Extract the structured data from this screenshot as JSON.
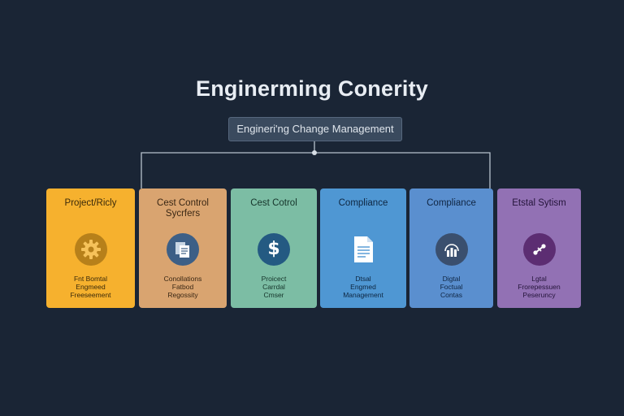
{
  "title": "Enginerming Conerity",
  "subtitle": "Engineri'ng Change Management",
  "colors": {
    "background": "#1a2535",
    "connector": "#b8c2ce",
    "card_1": "#f6b12e",
    "card_2": "#d9a470",
    "card_3": "#7cbda4",
    "card_4": "#4f97d3",
    "card_5": "#5a8fcf",
    "card_6": "#9271b4"
  },
  "cards": [
    {
      "title_lines": [
        "Project/Ricly",
        ""
      ],
      "icon": "gear-icon",
      "desc_lines": [
        "Fnt Bomtal",
        "Engmeed",
        "Freeseement"
      ]
    },
    {
      "title_lines": [
        "Cest Control",
        "Sycrfers"
      ],
      "icon": "document-stack-icon",
      "desc_lines": [
        "Conollations",
        "Fatbod",
        "Regossity"
      ]
    },
    {
      "title_lines": [
        "Cest Cotrol",
        ""
      ],
      "icon": "dollar-icon",
      "desc_lines": [
        "Proicect",
        "Carrdal",
        "Cmser"
      ]
    },
    {
      "title_lines": [
        "Compliance",
        ""
      ],
      "icon": "document-icon",
      "desc_lines": [
        "Dtsal",
        "Engmed",
        "Management"
      ]
    },
    {
      "title_lines": [
        "Compliance",
        ""
      ],
      "icon": "bar-chart-icon",
      "desc_lines": [
        "Digtal",
        "Foctual",
        "Contas"
      ]
    },
    {
      "title_lines": [
        "Etstal Sytism",
        ""
      ],
      "icon": "link-icon",
      "desc_lines": [
        "Lgtal",
        "Frorepessuen",
        "Peseruncy"
      ]
    }
  ]
}
